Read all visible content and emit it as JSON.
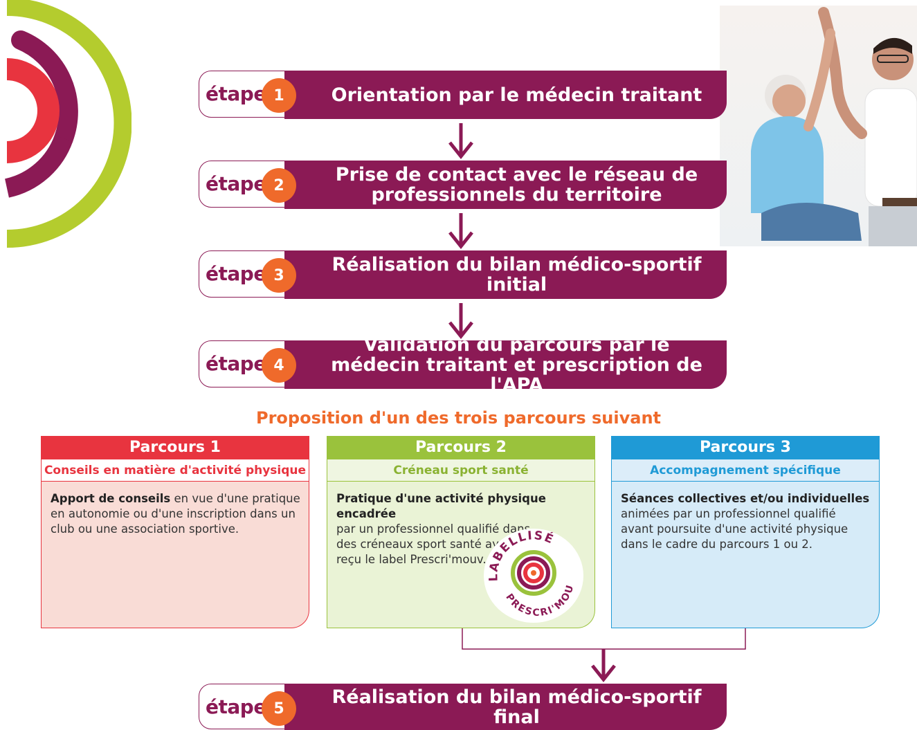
{
  "steps": [
    {
      "word": "étape",
      "num": "1",
      "text": "Orientation par le médecin traitant"
    },
    {
      "word": "étape",
      "num": "2",
      "text": "Prise de contact avec le réseau de professionnels du territoire"
    },
    {
      "word": "étape",
      "num": "3",
      "text": "Réalisation du bilan médico-sportif initial"
    },
    {
      "word": "étape",
      "num": "4",
      "text": "Validation du parcours par le médecin traitant et prescription de l'APA"
    },
    {
      "word": "étape",
      "num": "5",
      "text": "Réalisation du bilan médico-sportif final"
    }
  ],
  "proposition_title": "Proposition d'un des trois parcours suivant",
  "parcours": [
    {
      "title": "Parcours 1",
      "subtitle": "Conseils en matière d'activité physique",
      "bold": "Apport de conseils",
      "text": " en vue d'une pratique en autonomie ou d'une inscription dans un club ou une association sportive."
    },
    {
      "title": "Parcours 2",
      "subtitle": "Créneau sport santé",
      "bold": "Pratique d'une activité physique encadrée",
      "text": "par un professionnel qualifié dans des créneaux sport santé ayant reçu le label Prescri'mouv."
    },
    {
      "title": "Parcours 3",
      "subtitle": "Accompagnement spécifique",
      "bold": "Séances collectives et/ou individuelles",
      "text": "animées par un professionnel qualifié avant poursuite d'une activité physique dans le cadre du parcours 1 ou 2."
    }
  ],
  "badge": {
    "top_text": "LABELLISÉ",
    "bottom_text": "PRESCRI'MOUV"
  },
  "colors": {
    "step_purple": "#8b1a55",
    "step_orange": "#ef6a2b",
    "parcours1": "#e8343f",
    "parcours2": "#9ac23c",
    "parcours3": "#1f9ad6"
  }
}
